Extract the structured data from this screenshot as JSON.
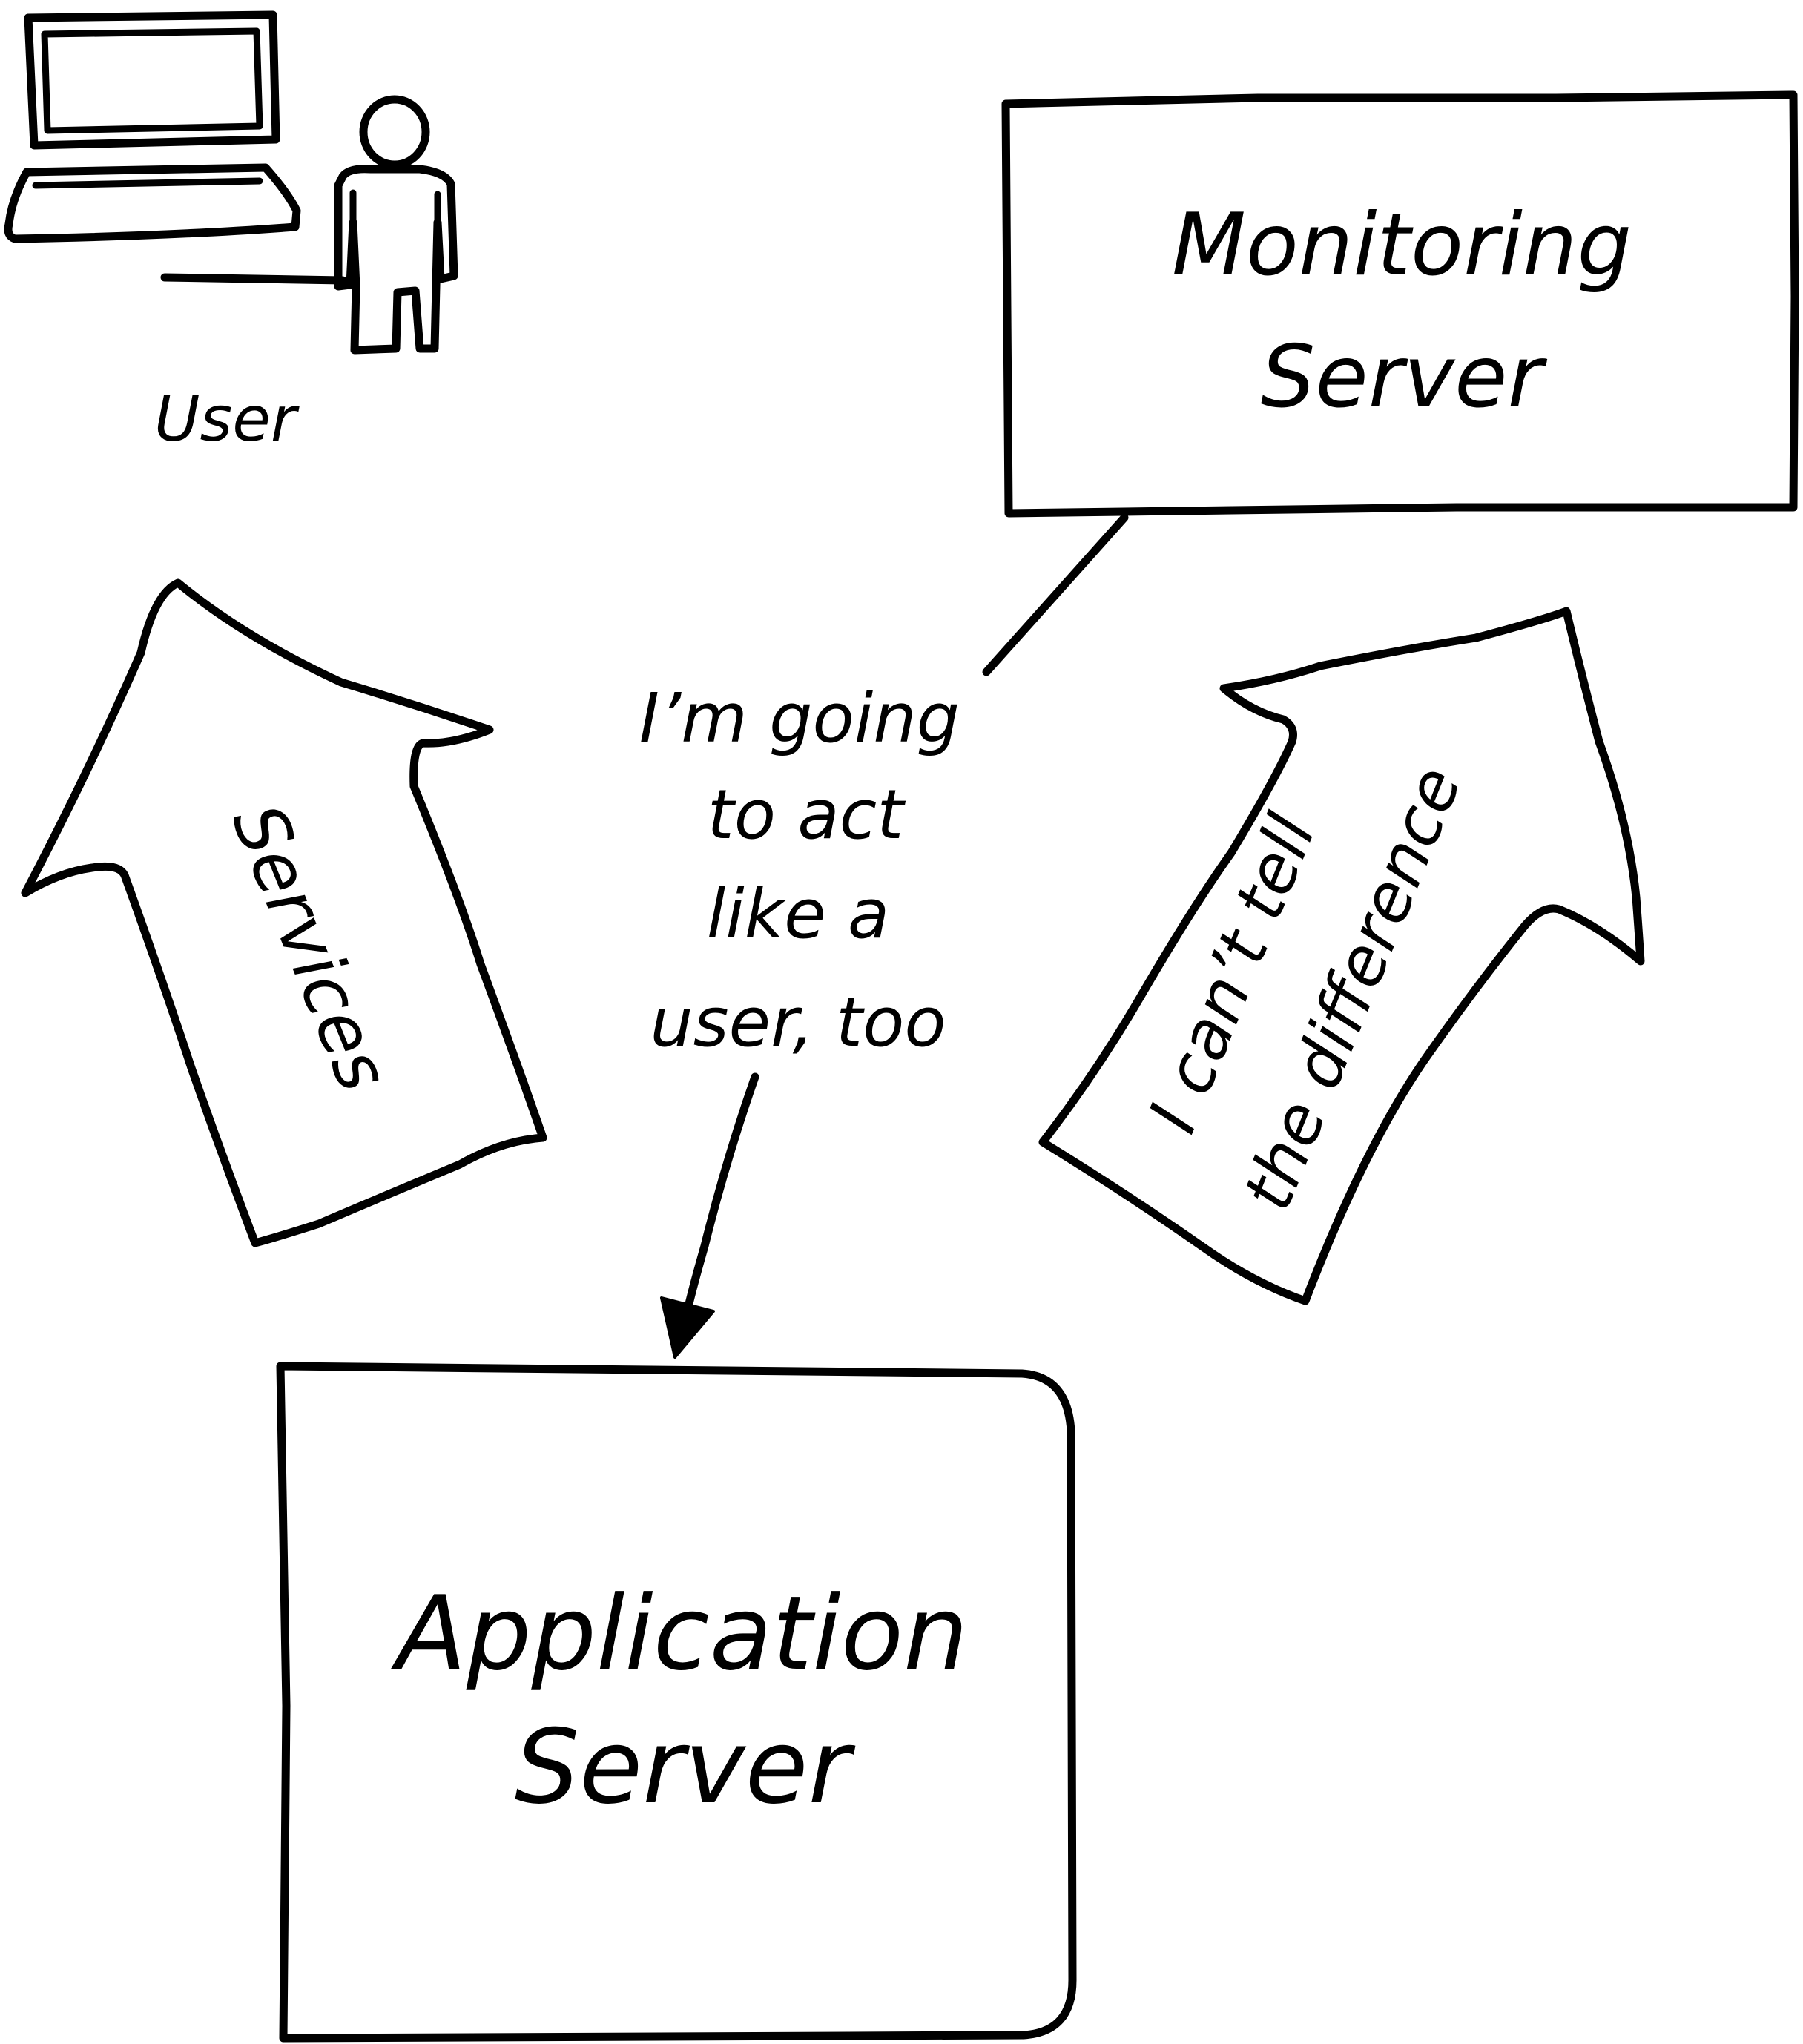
{
  "nodes": {
    "user": {
      "label": "User"
    },
    "monitoring_server": {
      "line1": "Monitoring",
      "line2": "Server"
    },
    "application_server": {
      "line1": "Application",
      "line2": "Server"
    }
  },
  "arrows": {
    "services": {
      "label": "Services"
    },
    "cant_tell": {
      "line1": "I can’t tell",
      "line2": "the difference"
    }
  },
  "callout": {
    "lines": [
      "I’m going",
      "to act",
      "like a",
      "user, too"
    ]
  }
}
